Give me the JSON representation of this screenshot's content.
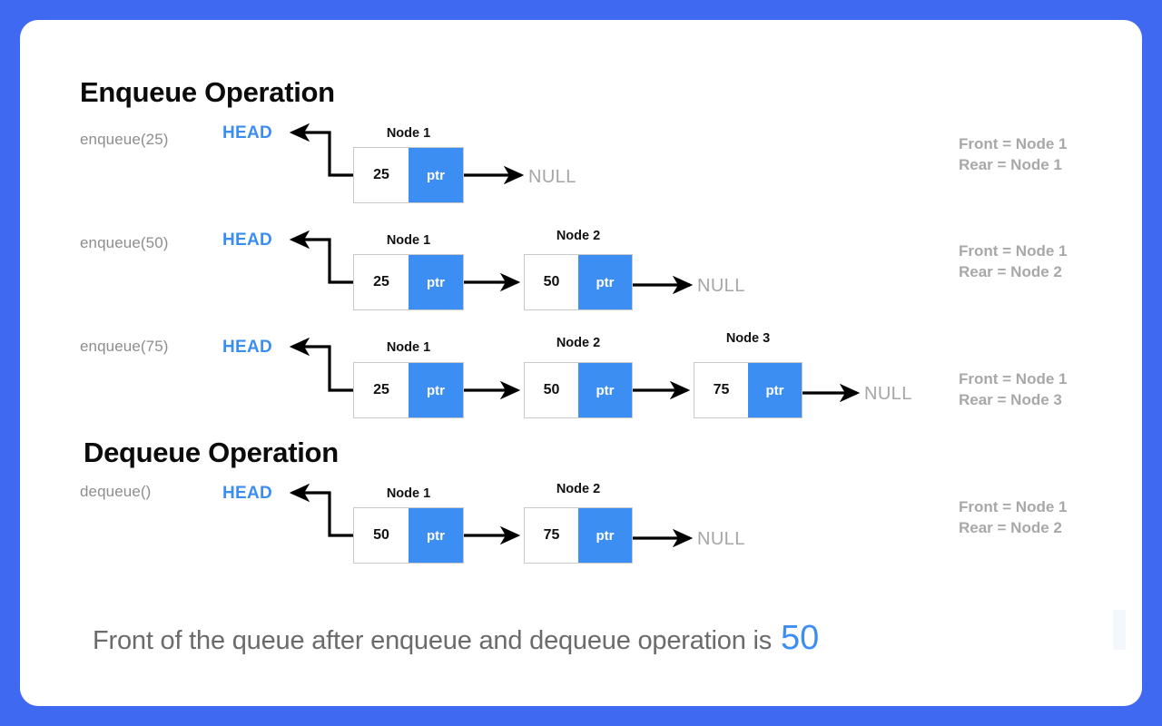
{
  "theme": {
    "page_background": "#4069f2",
    "card_background": "#ffffff",
    "node_pointer_blue": "#3d8ef2",
    "head_blue": "#3b8ef0",
    "muted_gray": "#a8a8a8",
    "heading_color": "#0b0b0b"
  },
  "sections": {
    "enqueue": {
      "heading": "Enqueue Operation",
      "rows": [
        {
          "op_label": "enqueue(25)",
          "head_label": "HEAD",
          "null_label": "NULL",
          "state": "Front = Node 1\nRear = Node 1",
          "front": "Front = Node 1",
          "rear": "Rear = Node 1",
          "nodes": [
            {
              "caption": "Node 1",
              "value": "25",
              "ptr": "ptr"
            }
          ]
        },
        {
          "op_label": "enqueue(50)",
          "head_label": "HEAD",
          "null_label": "NULL",
          "state": "Front = Node 1\nRear = Node 2",
          "front": "Front = Node 1",
          "rear": "Rear = Node 2",
          "nodes": [
            {
              "caption": "Node 1",
              "value": "25",
              "ptr": "ptr"
            },
            {
              "caption": "Node 2",
              "value": "50",
              "ptr": "ptr"
            }
          ]
        },
        {
          "op_label": "enqueue(75)",
          "head_label": "HEAD",
          "null_label": "NULL",
          "state": "Front = Node 1\nRear = Node 3",
          "front": "Front = Node 1",
          "rear": "Rear = Node 3",
          "nodes": [
            {
              "caption": "Node 1",
              "value": "25",
              "ptr": "ptr"
            },
            {
              "caption": "Node 2",
              "value": "50",
              "ptr": "ptr"
            },
            {
              "caption": "Node 3",
              "value": "75",
              "ptr": "ptr"
            }
          ]
        }
      ]
    },
    "dequeue": {
      "heading": "Dequeue Operation",
      "rows": [
        {
          "op_label": "dequeue()",
          "head_label": "HEAD",
          "null_label": "NULL",
          "state": "Front = Node 1\nRear = Node 2",
          "front": "Front = Node 1",
          "rear": "Rear = Node 2",
          "nodes": [
            {
              "caption": "Node 1",
              "value": "50",
              "ptr": "ptr"
            },
            {
              "caption": "Node 2",
              "value": "75",
              "ptr": "ptr"
            }
          ]
        }
      ]
    }
  },
  "footer": {
    "caption_text": "Front of the queue after enqueue and dequeue operation is",
    "answer_value": "50"
  }
}
